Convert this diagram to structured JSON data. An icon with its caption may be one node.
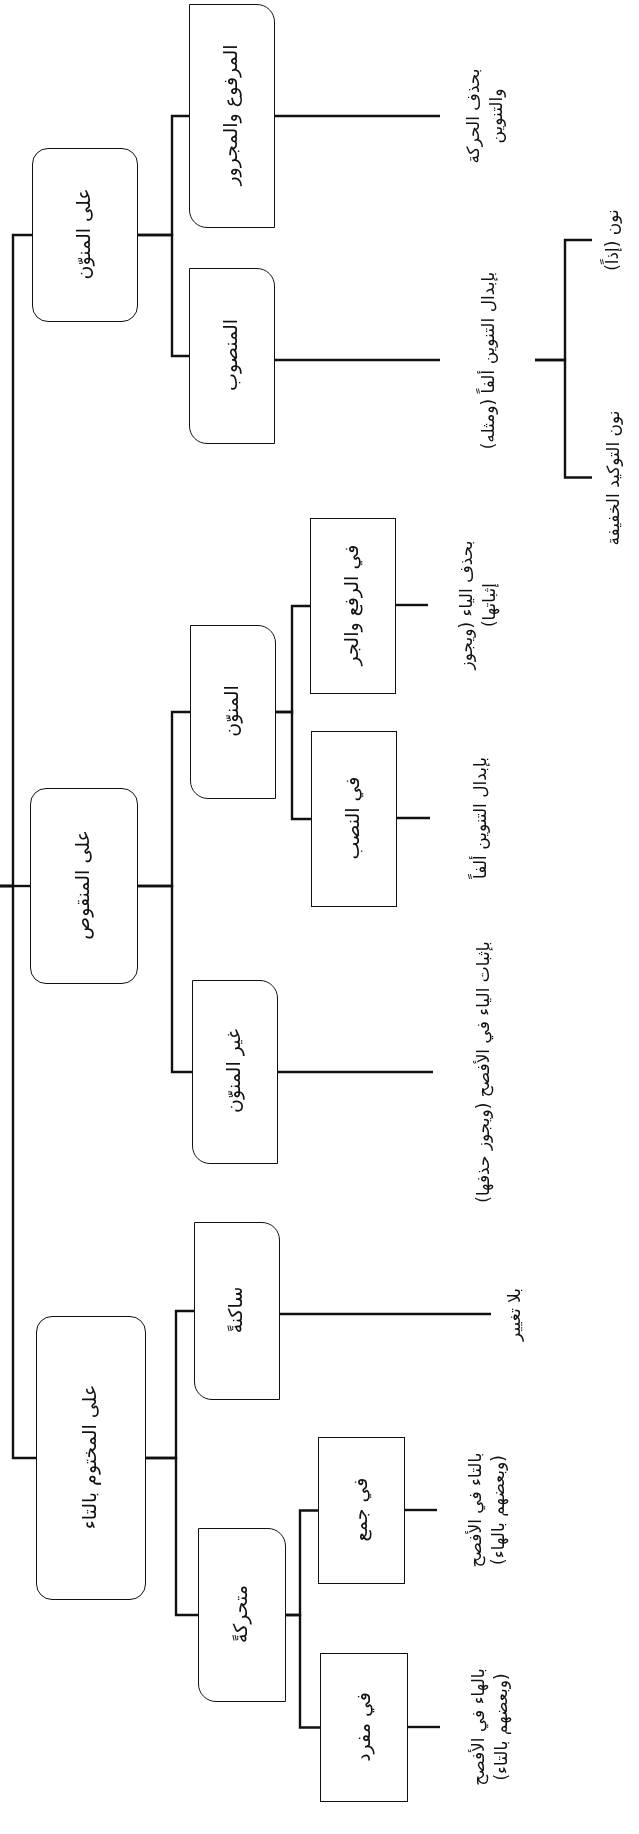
{
  "diagram": {
    "nodes": [
      {
        "text": [
          "على المنوّن"
        ]
      },
      {
        "text": [
          "المرفوع والمجرور"
        ]
      },
      {
        "text": [
          "بحذف الحركة والتنوين"
        ]
      },
      {
        "text": [
          "المنصوب"
        ]
      },
      {
        "text": [
          "بإبدال التنوين ألفاً (ومثله)"
        ]
      },
      {
        "text": [
          "نون (إذاً)"
        ]
      },
      {
        "text": [
          "نون التوكيد الخفيفة"
        ]
      },
      {
        "text": [
          "على المنقوص"
        ]
      },
      {
        "text": [
          "المنوّن"
        ]
      },
      {
        "text": [
          "في الرفع والجر"
        ]
      },
      {
        "text": [
          "بحذف الياء (ويجوز إثباتها)"
        ]
      },
      {
        "text": [
          "في النصب"
        ]
      },
      {
        "text": [
          "بإبدال التنوين ألفاً"
        ]
      },
      {
        "text": [
          "غير المنوّن"
        ]
      },
      {
        "text": [
          "بإثبات الياء في الأفصح (ويجوز حذفها)"
        ]
      },
      {
        "text": [
          "على المختوم بالتاء"
        ]
      },
      {
        "text": [
          "ساكنةً"
        ]
      },
      {
        "text": [
          "بلا تغيير"
        ]
      },
      {
        "text": [
          "متحركةً"
        ]
      },
      {
        "text": [
          "في جمع"
        ]
      },
      {
        "text": [
          "بالتاء في الأفصح (وبعضهم بالهاء)"
        ]
      },
      {
        "text": [
          "في مفرد"
        ]
      },
      {
        "text": [
          "بالهاء في الأفصح (وبعضهم بالتاء)"
        ]
      }
    ],
    "edges": [
      {
        "from": null,
        "to": 0,
        "arrow": "none"
      },
      {
        "from": null,
        "to": 7,
        "arrow": "none"
      },
      {
        "from": null,
        "to": 15,
        "arrow": "none"
      },
      {
        "from": 0,
        "to": 1,
        "arrow": "none"
      },
      {
        "from": 0,
        "to": 3,
        "arrow": "none"
      },
      {
        "from": 1,
        "to": 2,
        "arrow": "none"
      },
      {
        "from": 3,
        "to": 4,
        "arrow": "none"
      },
      {
        "from": 4,
        "to": 5,
        "arrow": "none"
      },
      {
        "from": 4,
        "to": 6,
        "arrow": "none"
      },
      {
        "from": 7,
        "to": 8,
        "arrow": "none"
      },
      {
        "from": 7,
        "to": 13,
        "arrow": "none"
      },
      {
        "from": 8,
        "to": 9,
        "arrow": "none"
      },
      {
        "from": 8,
        "to": 11,
        "arrow": "none"
      },
      {
        "from": 9,
        "to": 10,
        "arrow": "none"
      },
      {
        "from": 11,
        "to": 12,
        "arrow": "none"
      },
      {
        "from": 13,
        "to": 14,
        "arrow": "none"
      },
      {
        "from": 15,
        "to": 16,
        "arrow": "none"
      },
      {
        "from": 15,
        "to": 18,
        "arrow": "none"
      },
      {
        "from": 16,
        "to": 17,
        "arrow": "none"
      },
      {
        "from": 18,
        "to": 19,
        "arrow": "none"
      },
      {
        "from": 18,
        "to": 21,
        "arrow": "none"
      },
      {
        "from": 19,
        "to": 20,
        "arrow": "none"
      },
      {
        "from": 21,
        "to": 22,
        "arrow": "none"
      }
    ]
  }
}
